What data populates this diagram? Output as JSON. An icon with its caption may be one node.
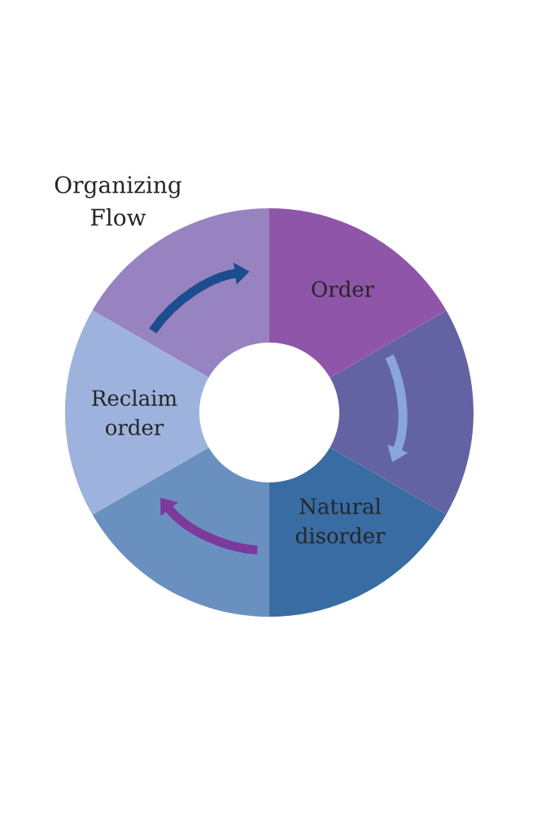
{
  "diagram": {
    "title": "Organizing Flow",
    "nodes": [
      {
        "text": [
          "Order"
        ]
      },
      {
        "text": [
          "Natural disorder"
        ]
      },
      {
        "text": [
          "Reclaim order"
        ]
      }
    ],
    "edges": [
      {
        "from": 0,
        "to": 1,
        "arrow": "to",
        "color": "#8aa6d8"
      },
      {
        "from": 1,
        "to": 2,
        "arrow": "to",
        "color": "#7b3a9c"
      },
      {
        "from": 2,
        "to": 0,
        "arrow": "to",
        "color": "#1d4d8e"
      }
    ]
  }
}
